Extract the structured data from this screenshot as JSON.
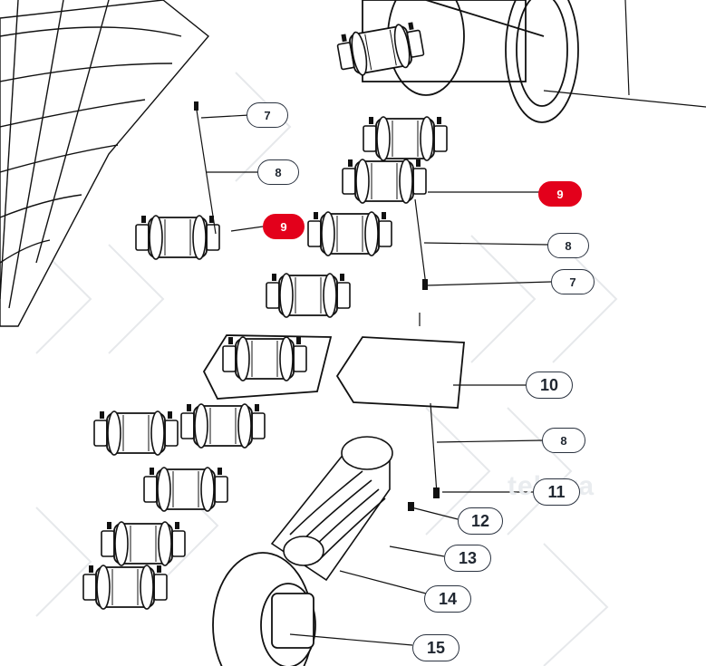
{
  "watermark": "tekora",
  "highlight_color": "#e3001b",
  "callouts": [
    {
      "id": "c7a",
      "label": "7"
    },
    {
      "id": "c8a",
      "label": "8"
    },
    {
      "id": "c9a",
      "label": "9",
      "highlight": true
    },
    {
      "id": "c9b",
      "label": "9",
      "highlight": true
    },
    {
      "id": "c8b",
      "label": "8"
    },
    {
      "id": "c7b",
      "label": "7"
    },
    {
      "id": "c10",
      "label": "10"
    },
    {
      "id": "c8c",
      "label": "8"
    },
    {
      "id": "c11",
      "label": "11"
    },
    {
      "id": "c12",
      "label": "12"
    },
    {
      "id": "c13",
      "label": "13"
    },
    {
      "id": "c14",
      "label": "14"
    },
    {
      "id": "c15",
      "label": "15"
    }
  ]
}
